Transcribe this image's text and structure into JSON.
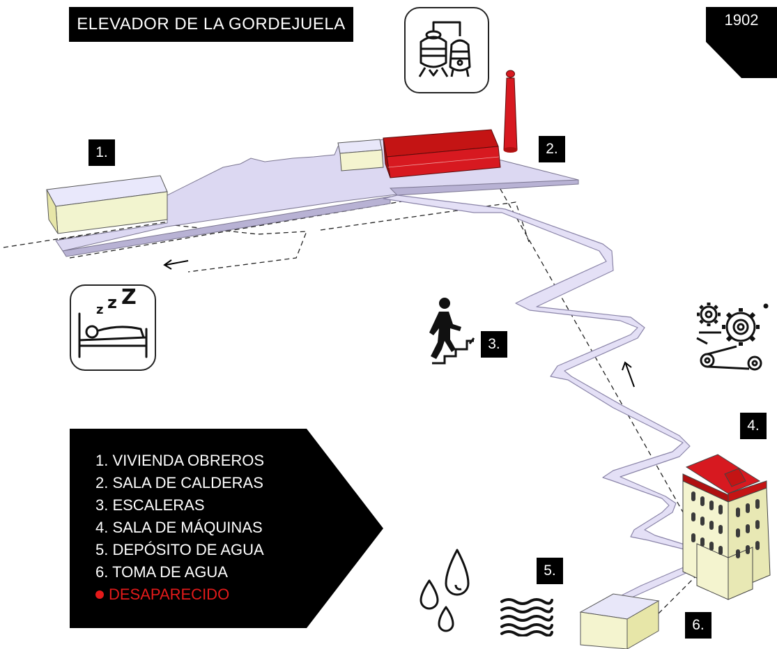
{
  "title": "ELEVADOR DE LA GORDEJUELA",
  "year": "1902",
  "labels": {
    "l1": "1.",
    "l2": "2.",
    "l3": "3.",
    "l4": "4.",
    "l5": "5.",
    "l6": "6."
  },
  "legend": {
    "items": [
      "1. VIVIENDA OBREROS",
      "2. SALA DE CALDERAS",
      "3. ESCALERAS",
      "4. SALA DE MÁQUINAS",
      "5. DEPÓSITO DE AGUA",
      "6. TOMA DE AGUA"
    ],
    "missing_label": "DESAPARECIDO"
  },
  "colors": {
    "missing_red": "#d71920",
    "path_lavender": "#e4e0f6",
    "building_cream": "#f4f4cf",
    "black": "#000000"
  },
  "icons": [
    "boiler-icon",
    "sleeping-bed-icon",
    "stairs-walker-icon",
    "gears-machinery-icon",
    "water-drops-icon",
    "water-waves-icon",
    "direction-arrow-icon"
  ]
}
